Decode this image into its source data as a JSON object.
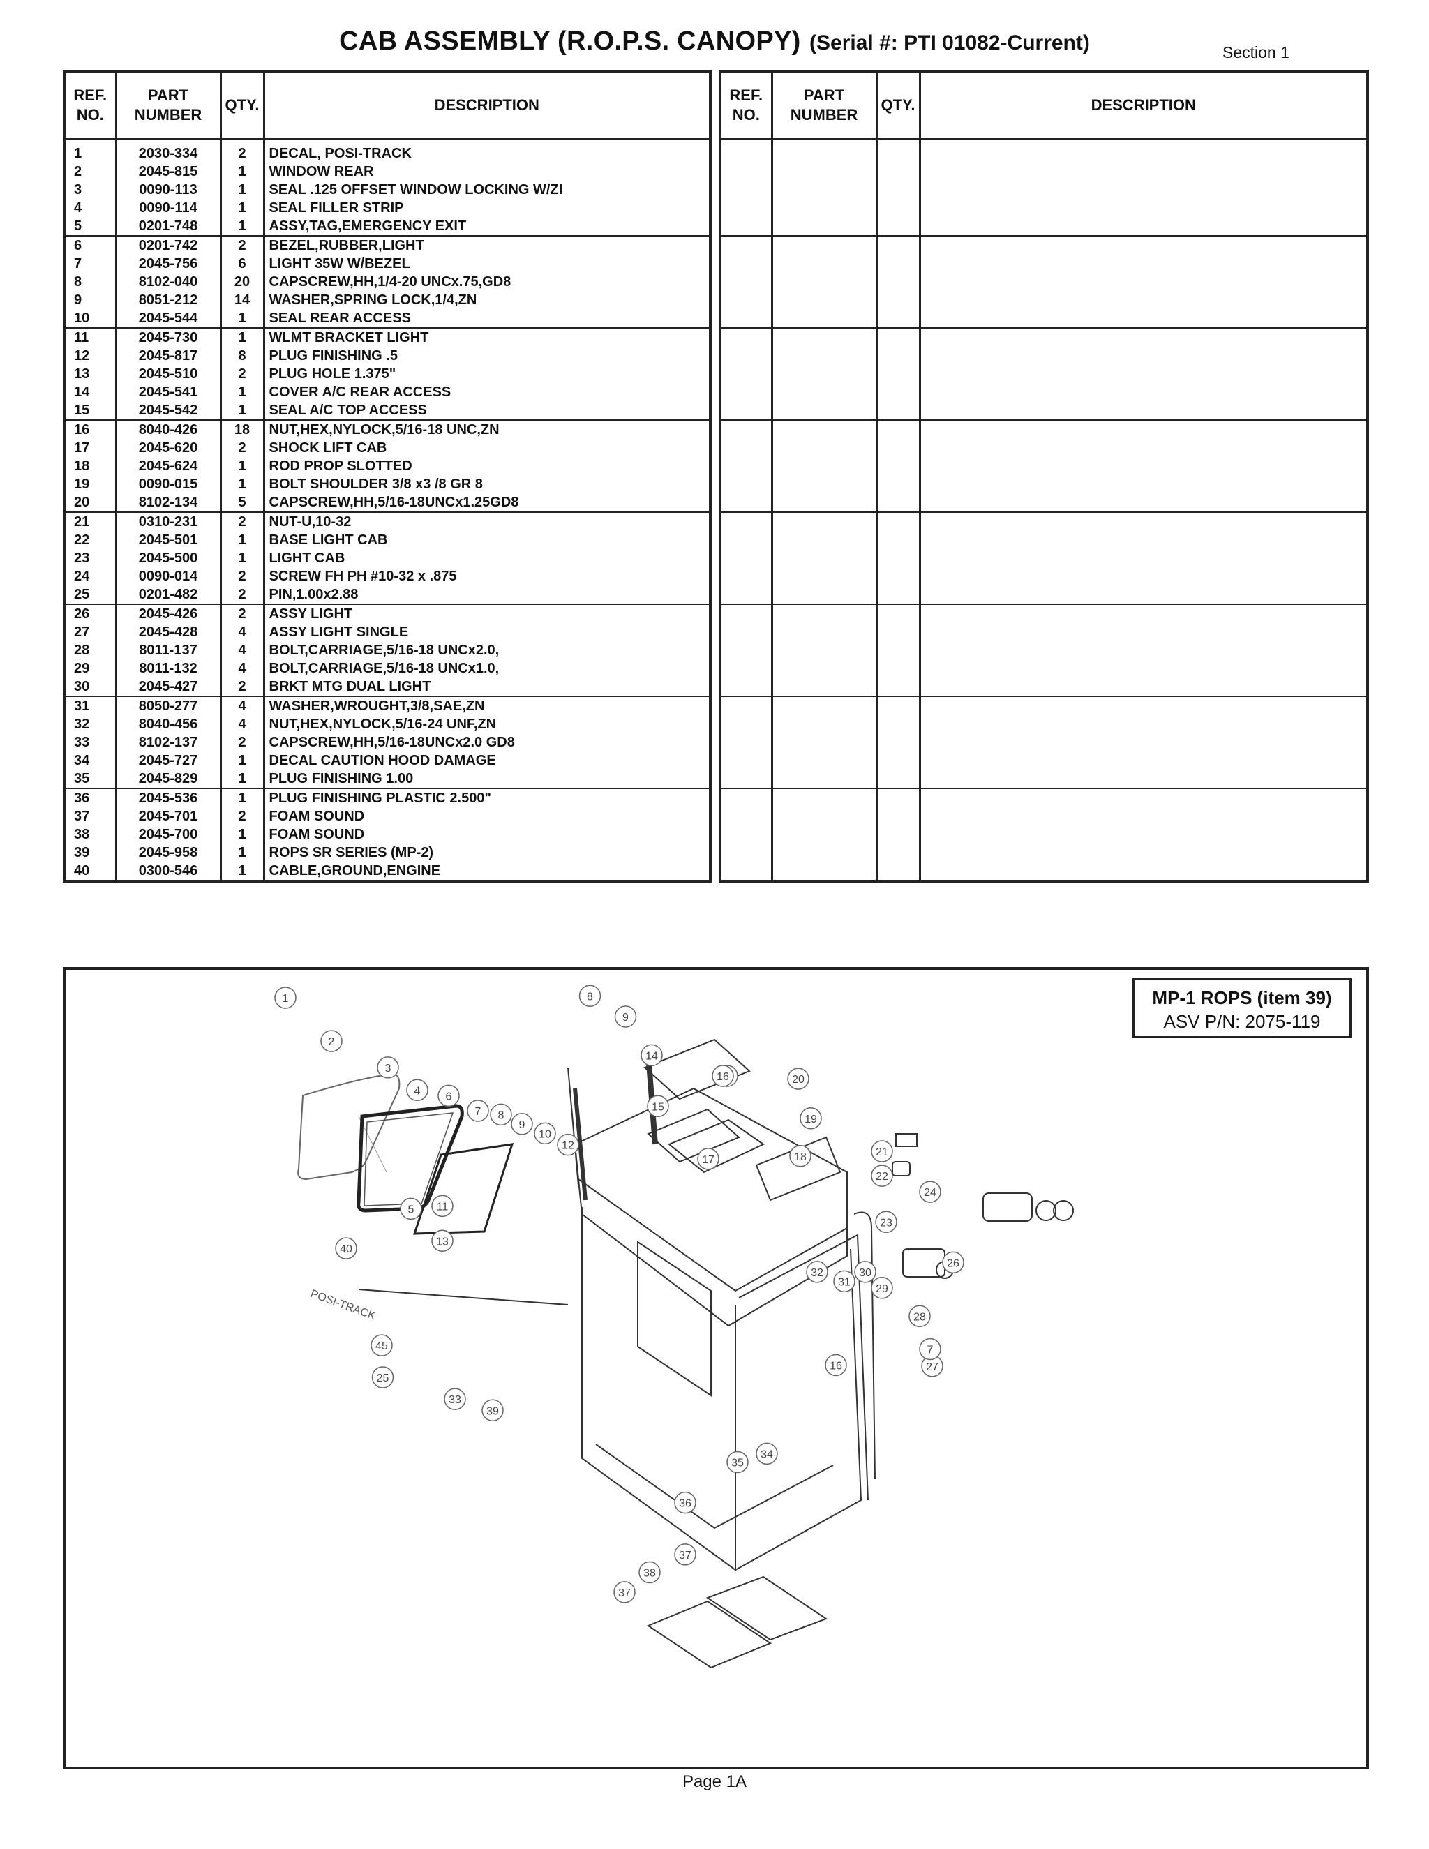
{
  "header": {
    "title": "CAB ASSEMBLY (R.O.P.S. CANOPY)",
    "serial": "(Serial #: PTI 01082-Current)",
    "section": "Section 1"
  },
  "table": {
    "columns": {
      "ref": "REF. NO.",
      "part": "PART NUMBER",
      "qty": "QTY.",
      "desc": "DESCRIPTION"
    },
    "rows": [
      {
        "ref": "1",
        "part": "2030-334",
        "qty": "2",
        "desc": "DECAL, POSI-TRACK"
      },
      {
        "ref": "2",
        "part": "2045-815",
        "qty": "1",
        "desc": "WINDOW REAR"
      },
      {
        "ref": "3",
        "part": "0090-113",
        "qty": "1",
        "desc": "SEAL .125 OFFSET WINDOW LOCKING W/ZI"
      },
      {
        "ref": "4",
        "part": "0090-114",
        "qty": "1",
        "desc": "SEAL FILLER STRIP"
      },
      {
        "ref": "5",
        "part": "0201-748",
        "qty": "1",
        "desc": "ASSY,TAG,EMERGENCY EXIT"
      },
      {
        "ref": "6",
        "part": "0201-742",
        "qty": "2",
        "desc": "BEZEL,RUBBER,LIGHT"
      },
      {
        "ref": "7",
        "part": "2045-756",
        "qty": "6",
        "desc": "LIGHT 35W W/BEZEL"
      },
      {
        "ref": "8",
        "part": "8102-040",
        "qty": "20",
        "desc": "CAPSCREW,HH,1/4-20 UNCx.75,GD8"
      },
      {
        "ref": "9",
        "part": "8051-212",
        "qty": "14",
        "desc": "WASHER,SPRING LOCK,1/4,ZN"
      },
      {
        "ref": "10",
        "part": "2045-544",
        "qty": "1",
        "desc": "SEAL REAR ACCESS"
      },
      {
        "ref": "11",
        "part": "2045-730",
        "qty": "1",
        "desc": "WLMT BRACKET LIGHT"
      },
      {
        "ref": "12",
        "part": "2045-817",
        "qty": "8",
        "desc": "PLUG FINISHING .5"
      },
      {
        "ref": "13",
        "part": "2045-510",
        "qty": "2",
        "desc": "PLUG HOLE 1.375\""
      },
      {
        "ref": "14",
        "part": "2045-541",
        "qty": "1",
        "desc": "COVER A/C REAR ACCESS"
      },
      {
        "ref": "15",
        "part": "2045-542",
        "qty": "1",
        "desc": "SEAL A/C TOP ACCESS"
      },
      {
        "ref": "16",
        "part": "8040-426",
        "qty": "18",
        "desc": "NUT,HEX,NYLOCK,5/16-18 UNC,ZN"
      },
      {
        "ref": "17",
        "part": "2045-620",
        "qty": "2",
        "desc": "SHOCK LIFT CAB"
      },
      {
        "ref": "18",
        "part": "2045-624",
        "qty": "1",
        "desc": "ROD PROP SLOTTED"
      },
      {
        "ref": "19",
        "part": "0090-015",
        "qty": "1",
        "desc": "BOLT SHOULDER 3/8 x3 /8 GR 8"
      },
      {
        "ref": "20",
        "part": "8102-134",
        "qty": "5",
        "desc": "CAPSCREW,HH,5/16-18UNCx1.25GD8"
      },
      {
        "ref": "21",
        "part": "0310-231",
        "qty": "2",
        "desc": "NUT-U,10-32"
      },
      {
        "ref": "22",
        "part": "2045-501",
        "qty": "1",
        "desc": "BASE LIGHT CAB"
      },
      {
        "ref": "23",
        "part": "2045-500",
        "qty": "1",
        "desc": "LIGHT CAB"
      },
      {
        "ref": "24",
        "part": "0090-014",
        "qty": "2",
        "desc": "SCREW FH PH #10-32 x .875"
      },
      {
        "ref": "25",
        "part": "0201-482",
        "qty": "2",
        "desc": "PIN,1.00x2.88"
      },
      {
        "ref": "26",
        "part": "2045-426",
        "qty": "2",
        "desc": "ASSY LIGHT"
      },
      {
        "ref": "27",
        "part": "2045-428",
        "qty": "4",
        "desc": "ASSY LIGHT SINGLE"
      },
      {
        "ref": "28",
        "part": "8011-137",
        "qty": "4",
        "desc": "BOLT,CARRIAGE,5/16-18 UNCx2.0,"
      },
      {
        "ref": "29",
        "part": "8011-132",
        "qty": "4",
        "desc": "BOLT,CARRIAGE,5/16-18 UNCx1.0,"
      },
      {
        "ref": "30",
        "part": "2045-427",
        "qty": "2",
        "desc": "BRKT MTG  DUAL LIGHT"
      },
      {
        "ref": "31",
        "part": "8050-277",
        "qty": "4",
        "desc": "WASHER,WROUGHT,3/8,SAE,ZN"
      },
      {
        "ref": "32",
        "part": "8040-456",
        "qty": "4",
        "desc": "NUT,HEX,NYLOCK,5/16-24 UNF,ZN"
      },
      {
        "ref": "33",
        "part": "8102-137",
        "qty": "2",
        "desc": "CAPSCREW,HH,5/16-18UNCx2.0 GD8"
      },
      {
        "ref": "34",
        "part": "2045-727",
        "qty": "1",
        "desc": "DECAL CAUTION HOOD DAMAGE"
      },
      {
        "ref": "35",
        "part": "2045-829",
        "qty": "1",
        "desc": "PLUG FINISHING 1.00"
      },
      {
        "ref": "36",
        "part": "2045-536",
        "qty": "1",
        "desc": "PLUG FINISHING PLASTIC 2.500\""
      },
      {
        "ref": "37",
        "part": "2045-701",
        "qty": "2",
        "desc": "FOAM SOUND"
      },
      {
        "ref": "38",
        "part": "2045-700",
        "qty": "1",
        "desc": "FOAM SOUND"
      },
      {
        "ref": "39",
        "part": "2045-958",
        "qty": "1",
        "desc": "ROPS SR SERIES (MP-2)"
      },
      {
        "ref": "40",
        "part": "0300-546",
        "qty": "1",
        "desc": "CABLE,GROUND,ENGINE"
      }
    ]
  },
  "diagram": {
    "mp_box_line1": "MP-1 ROPS (item 39)",
    "mp_box_line2": "ASV P/N: 2075-119",
    "decal_text": "POSI-TRACK",
    "callouts": [
      "1",
      "2",
      "3",
      "4",
      "5",
      "6",
      "7",
      "8",
      "9",
      "10",
      "11",
      "12",
      "13",
      "14",
      "15",
      "16",
      "17",
      "18",
      "19",
      "20",
      "21",
      "22",
      "23",
      "24",
      "25",
      "26",
      "27",
      "28",
      "29",
      "30",
      "31",
      "32",
      "33",
      "34",
      "35",
      "36",
      "37",
      "38",
      "39",
      "40",
      "45",
      "8",
      "9",
      "16",
      "16",
      "37",
      "7"
    ]
  },
  "footer": {
    "page": "Page 1A"
  }
}
